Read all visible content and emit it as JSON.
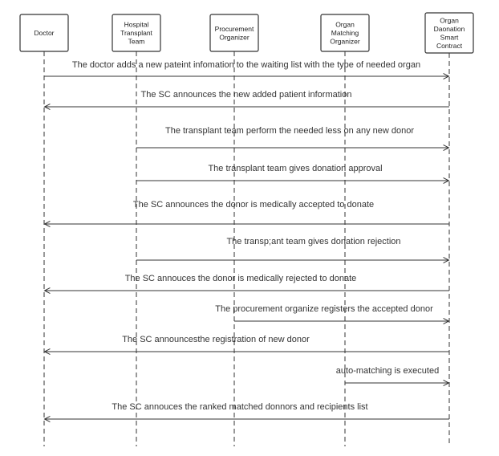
{
  "actors": [
    {
      "id": "doctor",
      "lines": [
        "Doctor"
      ]
    },
    {
      "id": "transplant",
      "lines": [
        "Hospital",
        "Transplant",
        "Team"
      ]
    },
    {
      "id": "procurement",
      "lines": [
        "Procurement",
        "Organizer"
      ]
    },
    {
      "id": "matching",
      "lines": [
        "Organ",
        "Matching",
        "Organizer"
      ]
    },
    {
      "id": "contract",
      "lines": [
        "Organ",
        "Daonation",
        "Smart",
        "Contract"
      ]
    }
  ],
  "messages": [
    {
      "from": "doctor",
      "to": "contract",
      "text": "The doctor adds a new pateint infomation to the waiting list with the type of needed organ"
    },
    {
      "from": "contract",
      "to": "doctor",
      "text": "The SC announces the new added patient information"
    },
    {
      "from": "transplant",
      "to": "contract",
      "text": "The transplant team perform the needed less on any new donor"
    },
    {
      "from": "transplant",
      "to": "contract",
      "text": "The transplant team gives donation approval"
    },
    {
      "from": "contract",
      "to": "doctor",
      "text": "The SC announces the donor is medically accepted to donate"
    },
    {
      "from": "transplant",
      "to": "contract",
      "text": "The transp;ant team gives donation rejection"
    },
    {
      "from": "contract",
      "to": "doctor",
      "text": "The SC annouces the donor is medically rejected to donate"
    },
    {
      "from": "procurement",
      "to": "contract",
      "text": "The procurement organize registers the accepted donor"
    },
    {
      "from": "contract",
      "to": "doctor",
      "text": "The SC announcesthe registration of new donor"
    },
    {
      "from": "matching",
      "to": "contract",
      "text": "auto-matching is executed"
    },
    {
      "from": "contract",
      "to": "doctor",
      "text": "The SC annouces the ranked matched donnors and recipients list"
    }
  ],
  "colors": {
    "line": "#333333",
    "box_border": "#333333",
    "box_fill": "#ffffff"
  }
}
